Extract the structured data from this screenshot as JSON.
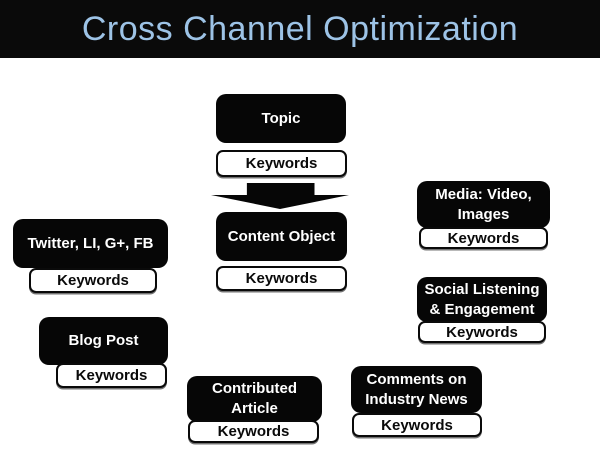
{
  "title": "Cross Channel Optimization",
  "keywords_label": "Keywords",
  "colors": {
    "header_bg": "#0a0a0a",
    "title_text": "#9DC3E6",
    "node_bg": "#060606",
    "node_text": "#ffffff",
    "keyword_bg": "#ffffff",
    "keyword_border": "#0a0a0a"
  },
  "connector": {
    "type": "down-arrow",
    "from": "Topic",
    "to": "Content Object"
  },
  "nodes": [
    {
      "id": "topic",
      "label": "Topic"
    },
    {
      "id": "content-object",
      "label": "Content Object"
    },
    {
      "id": "twitter-li-gplus-fb",
      "label": "Twitter, LI, G+, FB"
    },
    {
      "id": "media-video-images",
      "label": "Media: Video, Images"
    },
    {
      "id": "social-listening",
      "label": "Social Listening & Engagement"
    },
    {
      "id": "blog-post",
      "label": "Blog Post"
    },
    {
      "id": "contributed-article",
      "label": "Contributed Article"
    },
    {
      "id": "comments-industry-news",
      "label": "Comments on Industry News"
    }
  ]
}
